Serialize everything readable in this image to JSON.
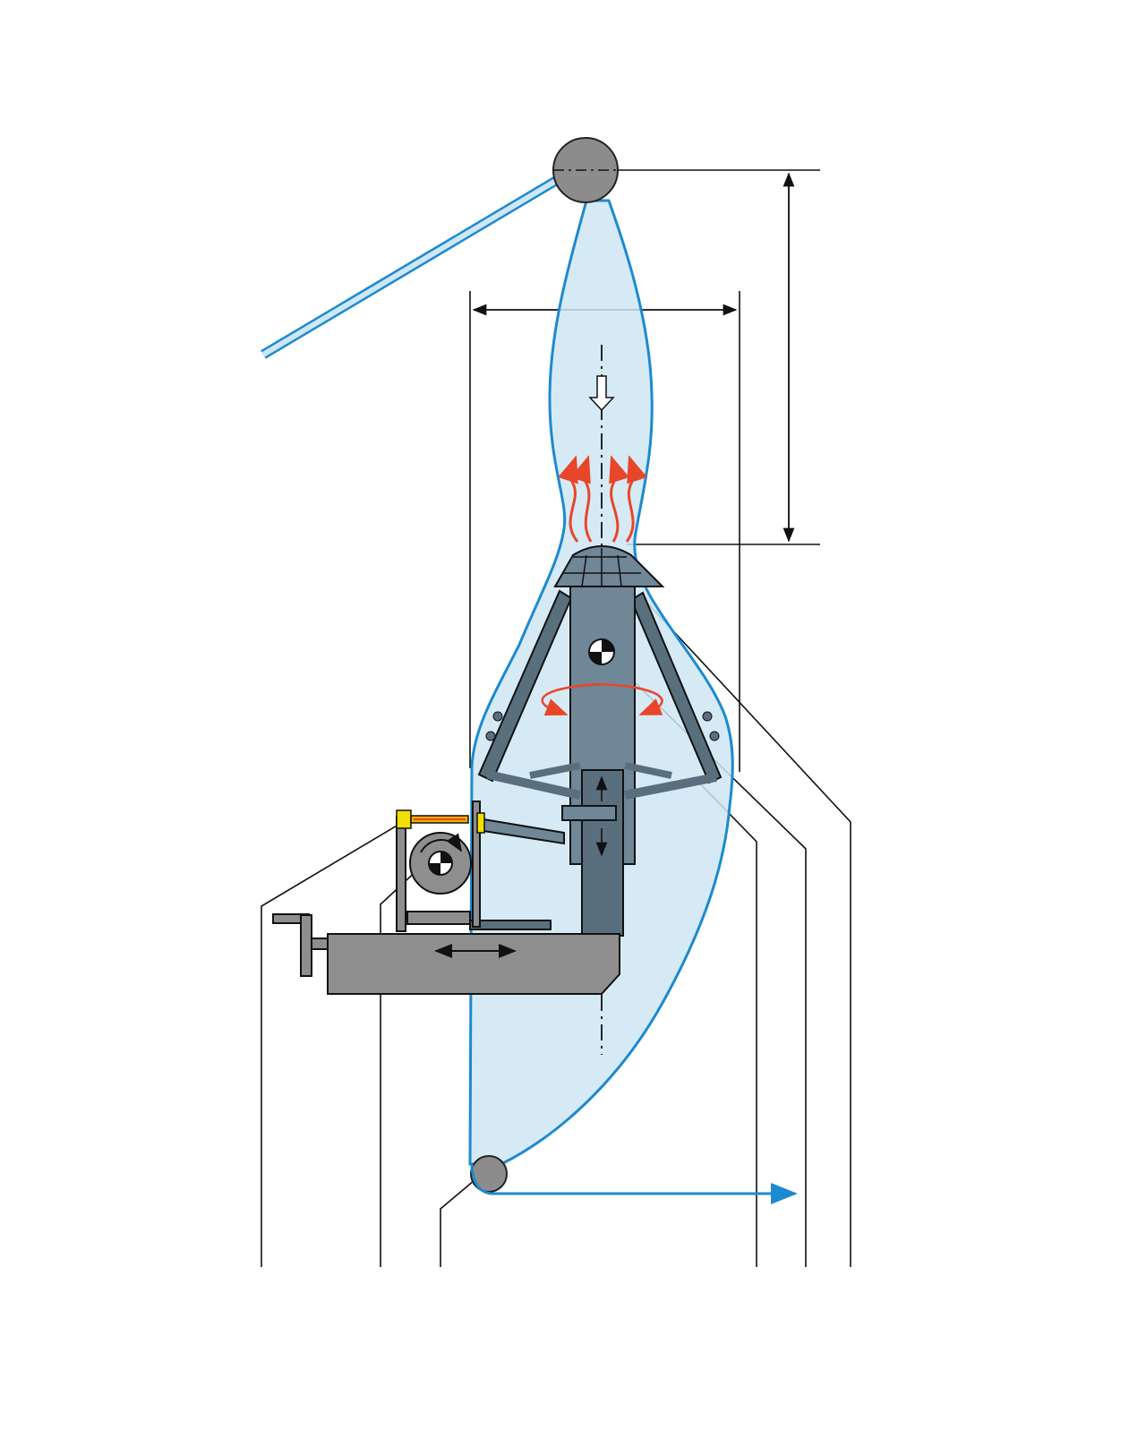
{
  "diagram": {
    "colors": {
      "film_fill": "#cfe6f4",
      "film_outline": "#1c8ad0",
      "roller": "#8c8c8c",
      "machine": "#6f8797",
      "machine_dark": "#5a6f7e",
      "base": "#8e8e8e",
      "heat_arrows": "#e8462a",
      "sensor": "#f2e000",
      "lines": "#111111"
    },
    "icons": [
      "nip-roller",
      "collapsing-board",
      "air-flow-arrow",
      "heat-flow-arrows",
      "rotation-arrows",
      "center-of-gravity-symbol",
      "motor",
      "handwheel",
      "guide-roller",
      "take-off-arrow"
    ]
  }
}
